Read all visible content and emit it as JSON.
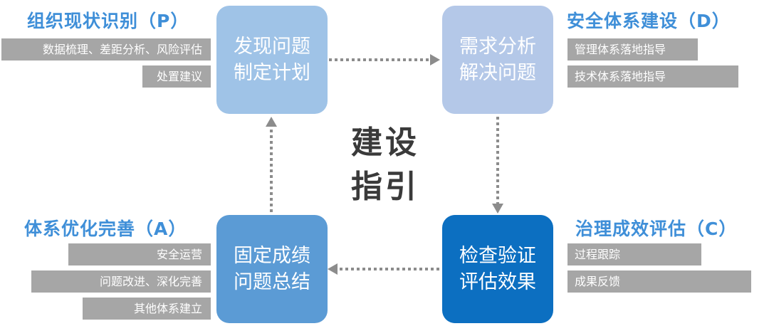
{
  "center_label": [
    "建设",
    "指引"
  ],
  "sections": {
    "plan": {
      "heading": "组织现状识别（P）",
      "tags": [
        "数据梳理、差距分析、风险评估",
        "处置建议"
      ],
      "box": [
        "发现问题",
        "制定计划"
      ],
      "box_color": "#9fc3e7"
    },
    "do": {
      "heading": "安全体系建设（D）",
      "tags": [
        "管理体系落地指导",
        "技术体系落地指导"
      ],
      "box": [
        "需求分析",
        "解决问题"
      ],
      "box_color": "#b4c8e8"
    },
    "check": {
      "heading": "治理成效评估（C）",
      "tags": [
        "过程跟踪",
        "成果反馈"
      ],
      "box": [
        "检查验证",
        "评估效果"
      ],
      "box_color": "#0c6fc1"
    },
    "act": {
      "heading": "体系优化完善（A）",
      "tags": [
        "安全运营",
        "问题改进、深化完善",
        "其他体系建立"
      ],
      "box": [
        "固定成绩",
        "问题总结"
      ],
      "box_color": "#5b9bd5"
    }
  },
  "colors": {
    "heading": "#3f8fd8",
    "tag_bg": "#a6a6a6",
    "arrow": "#8c8c8c"
  }
}
